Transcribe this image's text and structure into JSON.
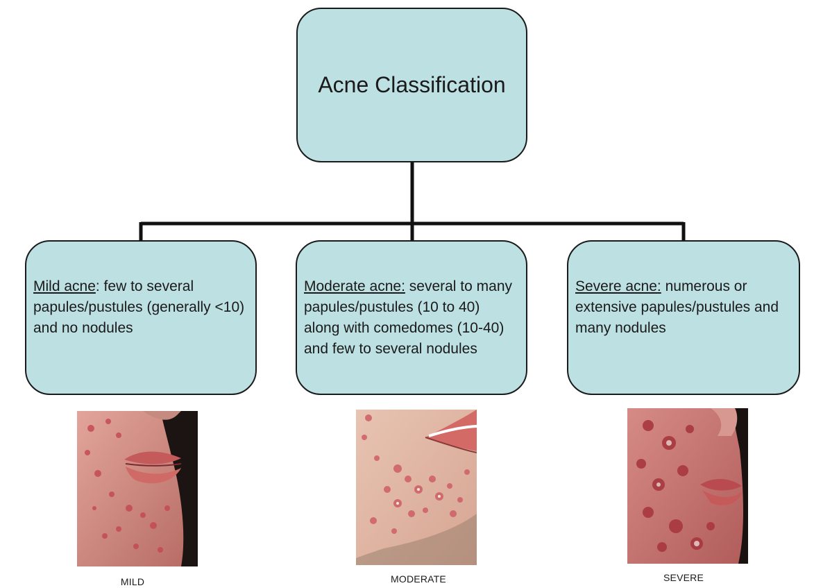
{
  "root": {
    "title": "Acne Classification"
  },
  "categories": [
    {
      "term": "Mild acne",
      "description": ": few to several papules/pustules (generally <10) and no nodules",
      "caption": "MILD",
      "photo": "mild-acne-face-photo"
    },
    {
      "term": "Moderate acne:",
      "description": " several to many papules/pustules (10 to 40) along with comedomes (10-40) and few to several nodules",
      "caption": "MODERATE",
      "photo": "moderate-acne-face-photo"
    },
    {
      "term": "Severe acne:",
      "description": " numerous or extensive papules/pustules and many nodules",
      "caption": "SEVERE",
      "photo": "severe-acne-face-photo"
    }
  ],
  "colors": {
    "box_fill": "#bde0e3",
    "line": "#111111",
    "skin": "#d8948a",
    "lesion": "#c94a55"
  }
}
